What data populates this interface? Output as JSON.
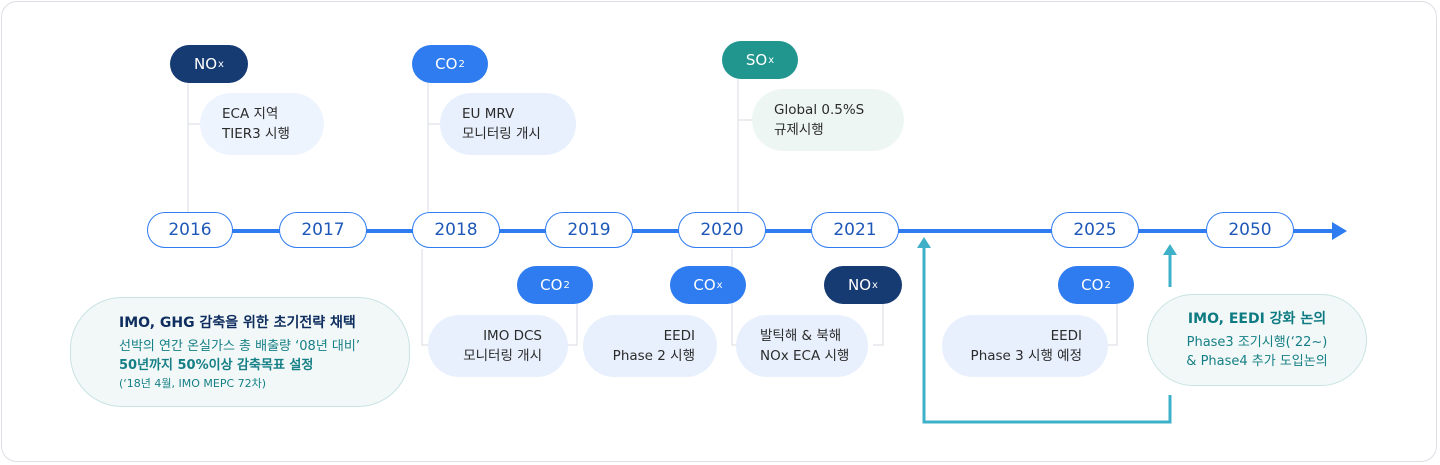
{
  "years": [
    "2016",
    "2017",
    "2018",
    "2019",
    "2020",
    "2021",
    "2025",
    "2050"
  ],
  "tags": {
    "nox_top": {
      "main": "NO",
      "sub": "x"
    },
    "co2_top": {
      "main": "CO",
      "sub": "2"
    },
    "sox_top": {
      "main": "SO",
      "sub": "x"
    },
    "co2_2019": {
      "main": "CO",
      "sub": "2"
    },
    "cox_2020": {
      "main": "CO",
      "sub": "x"
    },
    "nox_2021": {
      "main": "NO",
      "sub": "x"
    },
    "co2_2025": {
      "main": "CO",
      "sub": "2"
    }
  },
  "events": {
    "eca": [
      "ECA 지역",
      "TIER3 시행"
    ],
    "eumrv": [
      "EU MRV",
      "모니터링 개시"
    ],
    "global_s": [
      "Global 0.5%S",
      "규제시행"
    ],
    "imo_dcs": [
      "IMO DCS",
      "모니터링 개시"
    ],
    "eedi2": [
      "EEDI",
      "Phase 2 시행"
    ],
    "baltic": [
      "발틱해 & 북해",
      "NOx ECA 시행"
    ],
    "eedi3": [
      "EEDI",
      "Phase 3 시행 예정"
    ]
  },
  "ghg": {
    "title": "IMO, GHG 감축을 위한 초기전략 채택",
    "line1": "선박의 연간 온실가스 총 배출량 ‘08년 대비’",
    "line2": "50년까지 50%이상 감축목표 설정",
    "note": "(‘18년 4월, IMO MEPC 72차)"
  },
  "eedi_talk": {
    "title": "IMO, EEDI 강화 논의",
    "line1": "Phase3 조기시행(‘22~)",
    "line2": "& Phase4 추가 도입논의"
  },
  "colors": {
    "axis": "#2f7cf0",
    "navy": "#163a72",
    "blue": "#2f7cf0",
    "teal": "#20968f",
    "arrow": "#3eb1c8"
  }
}
